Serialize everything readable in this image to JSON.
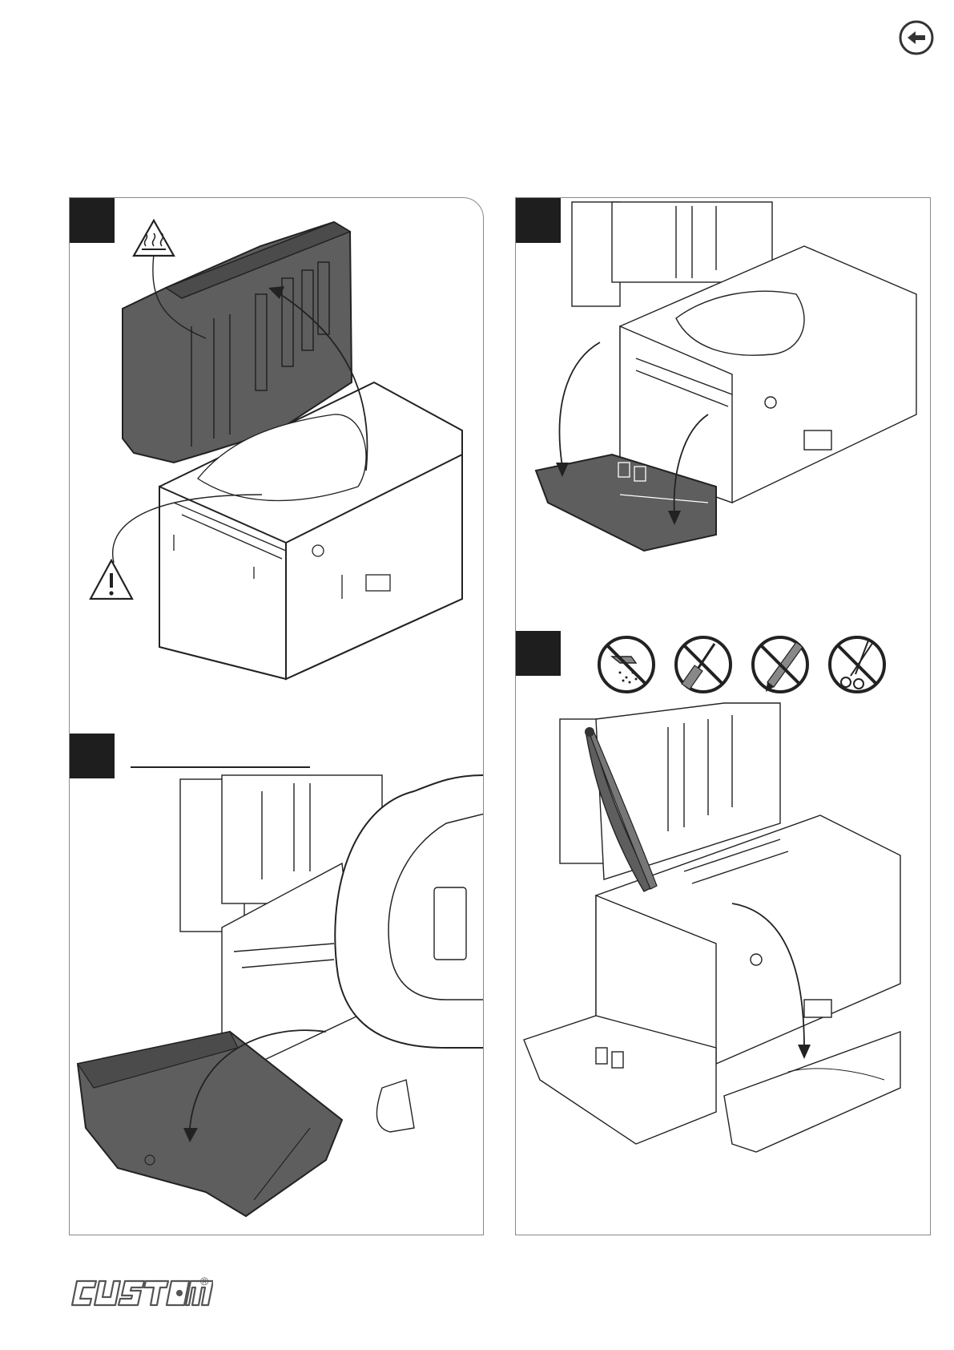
{
  "navigation": {
    "back_icon": "back-arrow-icon"
  },
  "steps": [
    {
      "panel": "left",
      "position": "top",
      "icons": [
        "hot-surface-warning-icon",
        "caution-warning-icon"
      ]
    },
    {
      "panel": "left",
      "position": "bottom",
      "icons": []
    },
    {
      "panel": "right",
      "position": "top",
      "icons": []
    },
    {
      "panel": "right",
      "position": "bottom",
      "icons": [
        "no-liquid-icon",
        "no-screwdriver-icon",
        "no-pen-icon",
        "no-scissors-icon"
      ]
    }
  ],
  "colors": {
    "step_badge": "#1e1e1e",
    "line_art": "#222222",
    "shaded_part": "#5e5e5e",
    "border": "#8a8a8a"
  },
  "brand": {
    "logo": "CUSTOM",
    "trademark": "®"
  }
}
